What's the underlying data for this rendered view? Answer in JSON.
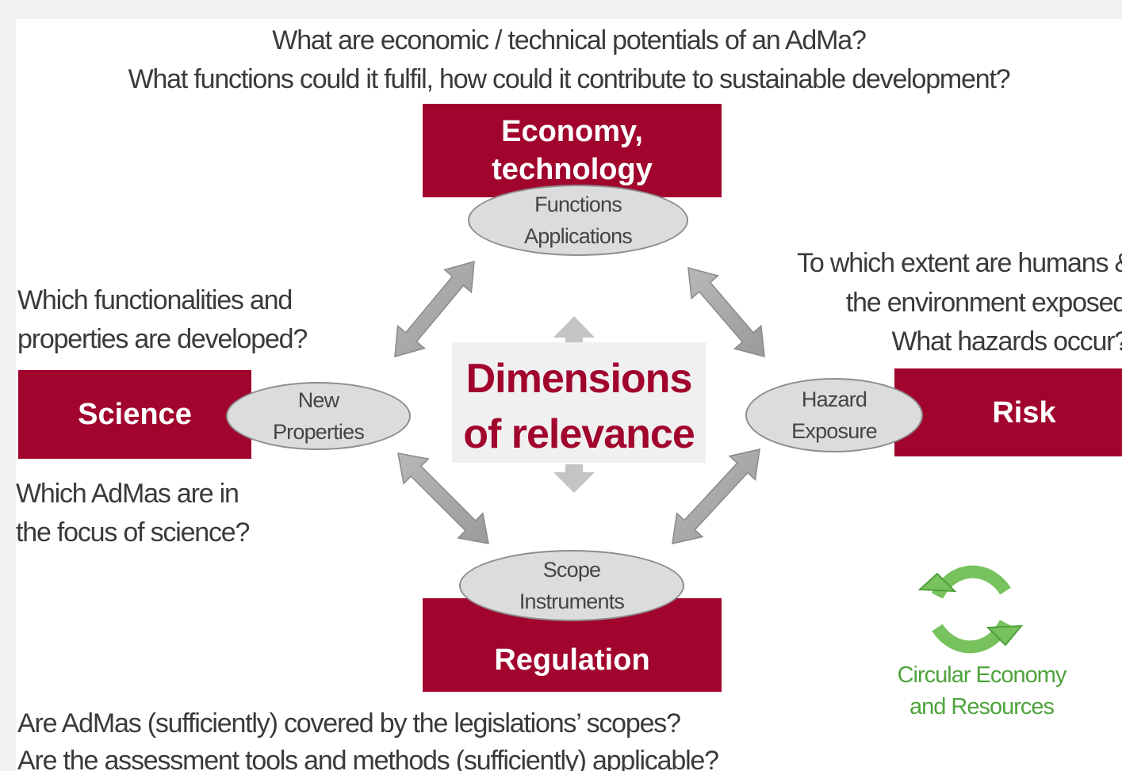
{
  "questions": {
    "top_line1": "What are economic / technical potentials of an AdMa?",
    "top_line2": "What functions could it fulfil, how could it contribute to sustainable development?",
    "left_top_line1": "Which functionalities and",
    "left_top_line2": "properties are developed?",
    "left_bottom_line1": "Which AdMas are in",
    "left_bottom_line2": "the focus of science?",
    "right_line1": "To which extent are humans &",
    "right_line2": "the environment exposed",
    "right_line3": "What hazards occur?",
    "bottom_line1": "Are AdMas (sufficiently) covered by the legislations’ scopes?",
    "bottom_line2": "Are the assessment tools and methods (sufficiently) applicable?"
  },
  "dimensions": {
    "economy": {
      "line1": "Economy,",
      "line2": "technology",
      "ellipse_line1": "Functions",
      "ellipse_line2": "Applications"
    },
    "science": {
      "label": "Science",
      "ellipse_line1": "New",
      "ellipse_line2": "Properties"
    },
    "risk": {
      "label": "Risk",
      "ellipse_line1": "Hazard",
      "ellipse_line2": "Exposure"
    },
    "regulation": {
      "label": "Regulation",
      "ellipse_line1": "Scope",
      "ellipse_line2": "Instruments"
    }
  },
  "center": {
    "line1": "Dimensions",
    "line2": "of relevance"
  },
  "circular": {
    "line1": "Circular Economy",
    "line2": "and Resources",
    "icon": "recycle-arrows-icon"
  },
  "colors": {
    "box": "#a1052e",
    "arrow": "#a9a9a9",
    "ellipse": "#dcdcdc",
    "circular": "#4fa33c"
  }
}
